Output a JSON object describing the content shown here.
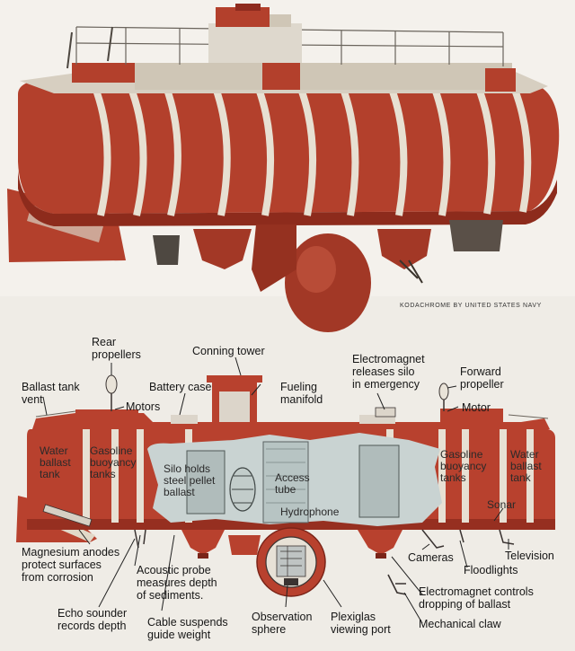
{
  "photo": {
    "credit": "KODACHROME BY UNITED STATES NAVY"
  },
  "diagram": {
    "labels": {
      "rear_propellers": "Rear\npropellers",
      "conning_tower": "Conning tower",
      "electromagnet_silo": "Electromagnet\nreleases silo\nin emergency",
      "forward_propeller": "Forward\npropeller",
      "ballast_tank_vent": "Ballast tank\nvent",
      "battery_case": "Battery case",
      "fueling_manifold": "Fueling\nmanifold",
      "motors": "Motors",
      "motor": "Motor",
      "water_ballast_tank_left": "Water\nballast\ntank",
      "gasoline_buoyancy_tanks_left": "Gasoline\nbuoyancy\ntanks",
      "silo_holds": "Silo holds\nsteel pellet\nballast",
      "access_tube": "Access\ntube",
      "hydrophone": "Hydrophone",
      "gasoline_buoyancy_tanks_right": "Gasoline\nbuoyancy\ntanks",
      "water_ballast_tank_right": "Water\nballast\ntank",
      "sonar": "Sonar",
      "magnesium_anodes": "Magnesium anodes\nprotect surfaces\nfrom corrosion",
      "acoustic_probe": "Acoustic probe\nmeasures depth\nof sediments.",
      "echo_sounder": "Echo sounder\nrecords depth",
      "cable_suspends": "Cable suspends\nguide weight",
      "observation_sphere": "Observation\nsphere",
      "plexiglas_port": "Plexiglas\nviewing port",
      "cameras": "Cameras",
      "floodlights": "Floodlights",
      "television": "Television",
      "electromagnet_controls": "Electromagnet controls\ndropping of ballast",
      "mechanical_claw": "Mechanical claw"
    }
  },
  "colors": {
    "hull_red": "#b8412e",
    "hull_dark": "#8e2b1e",
    "stripe": "#e9e2d6",
    "tank_grey": "#c9d3d2",
    "background": "#efece6",
    "deck": "#d8d2c6"
  }
}
